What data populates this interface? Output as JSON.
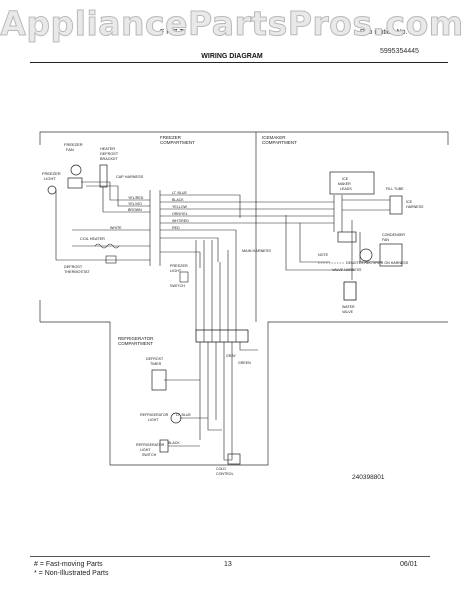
{
  "header": {
    "watermark": "AppliancePartsPros.com",
    "title_fragment": "F R Z T",
    "pub_label": "Pub ication No.",
    "pub_number": "5995354445",
    "doc_title": "WIRING DIAGRAM"
  },
  "diagram": {
    "freezer_heading": [
      "FREEZER",
      "COMPARTMENT"
    ],
    "icemaker_heading": [
      "ICEMAKER",
      "COMPARTMENT"
    ],
    "refrigerator_heading": [
      "REFRIGERATOR",
      "COMPARTMENT"
    ],
    "freezer_fan": [
      "FREEZER",
      "FAN"
    ],
    "freezer_light": [
      "FREEZER",
      "LIGHT"
    ],
    "heater": [
      "HEATER",
      "DEFROST",
      "BRACKET"
    ],
    "cap_harness": "CAP HARNESS",
    "freezer_light_switch": [
      "FREEZER",
      "LIGHT",
      "SWITCH"
    ],
    "defrost_thermostat": [
      "DEFROST",
      "THERMOSTAT"
    ],
    "coil_heater": "COIL HEATER",
    "ice_maker": [
      "ICE",
      "MAKER",
      "LEADS"
    ],
    "fill_tube": "FILL TUBE",
    "ice_harness": [
      "ICE",
      "HARNESS"
    ],
    "valve_harness": "VALVE HARNESS",
    "condenser": [
      "CONDENSER",
      "FAN"
    ],
    "water_valve": [
      "WATER",
      "VALVE"
    ],
    "defrost_timer": [
      "DEFROST",
      "TIMER"
    ],
    "refrigerator_light": [
      "REFRIGERATOR",
      "LIGHT"
    ],
    "refrigerator_switch": [
      "REFRIGERATOR",
      "LIGHT",
      "SWITCH"
    ],
    "cold_control": [
      "COLD",
      "CONTROL"
    ],
    "note_label": "NOTE",
    "note_text": "DENOTES RECTIFIER ON HARNESS",
    "wire_labels": [
      "LT. BLUE",
      "BLACK",
      "YELLOW",
      "ORN/YEL",
      "WHT/RED",
      "RED",
      "YEL/RED",
      "YEL/VIO",
      "BROWN",
      "WHITE",
      "GRAY",
      "GREEN",
      "BLACK",
      "LT. BLUE"
    ],
    "harness_label": "MAIN HARNESS",
    "figure_number": "240398801"
  },
  "footer": {
    "line1": "# = Fast-moving Parts",
    "line2": "* = Non-Illustrated Parts",
    "page": "13",
    "date": "06/01"
  }
}
